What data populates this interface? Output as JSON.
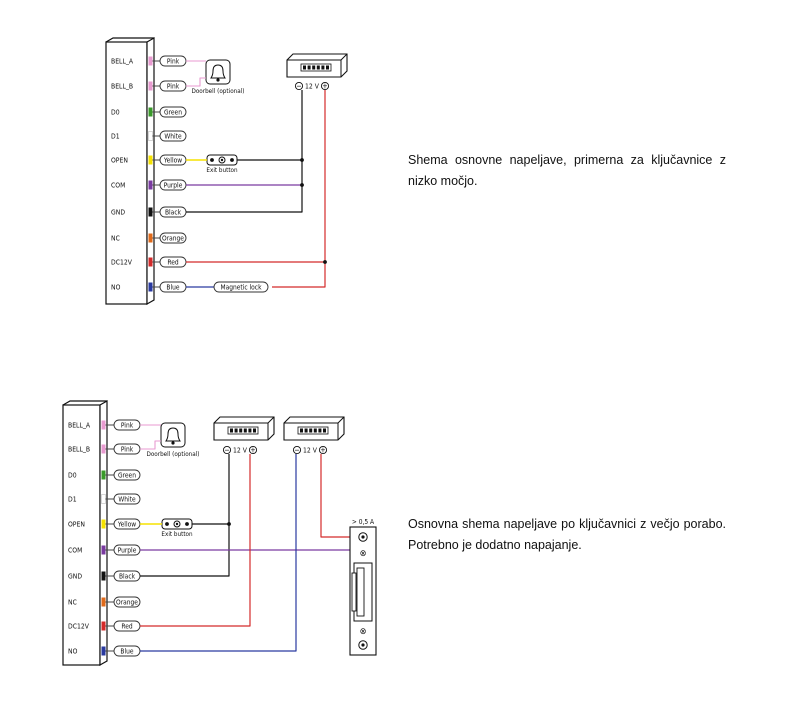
{
  "terminals": [
    "BELL_A",
    "BELL_B",
    "D0",
    "D1",
    "OPEN",
    "COM",
    "GND",
    "NC",
    "DC12V",
    "NO"
  ],
  "wires": [
    {
      "label": "Pink",
      "color": "#e89ad0"
    },
    {
      "label": "Pink",
      "color": "#e89ad0"
    },
    {
      "label": "Green",
      "color": "#3a9a2a"
    },
    {
      "label": "White",
      "color": "#ffffff"
    },
    {
      "label": "Yellow",
      "color": "#f5e200"
    },
    {
      "label": "Purple",
      "color": "#7a3aa0"
    },
    {
      "label": "Black",
      "color": "#111111"
    },
    {
      "label": "Orange",
      "color": "#e06a1a"
    },
    {
      "label": "Red",
      "color": "#d42b2b"
    },
    {
      "label": "Blue",
      "color": "#2a3aa0"
    }
  ],
  "labels": {
    "doorbell": "Doorbell (optional)",
    "exit_button": "Exit button",
    "psu_voltage": "12 V",
    "minus": "−",
    "plus": "+",
    "magnetic_lock": "Magnetic lock",
    "current": "> 0,5 A"
  },
  "descriptions": {
    "d1": "Shema osnovne napeljave, primerna za ključavnice z nizko močjo.",
    "d2": "Osnovna shema napeljave po ključavnici z večjo porabo. Potrebno je dodatno napajanje."
  }
}
